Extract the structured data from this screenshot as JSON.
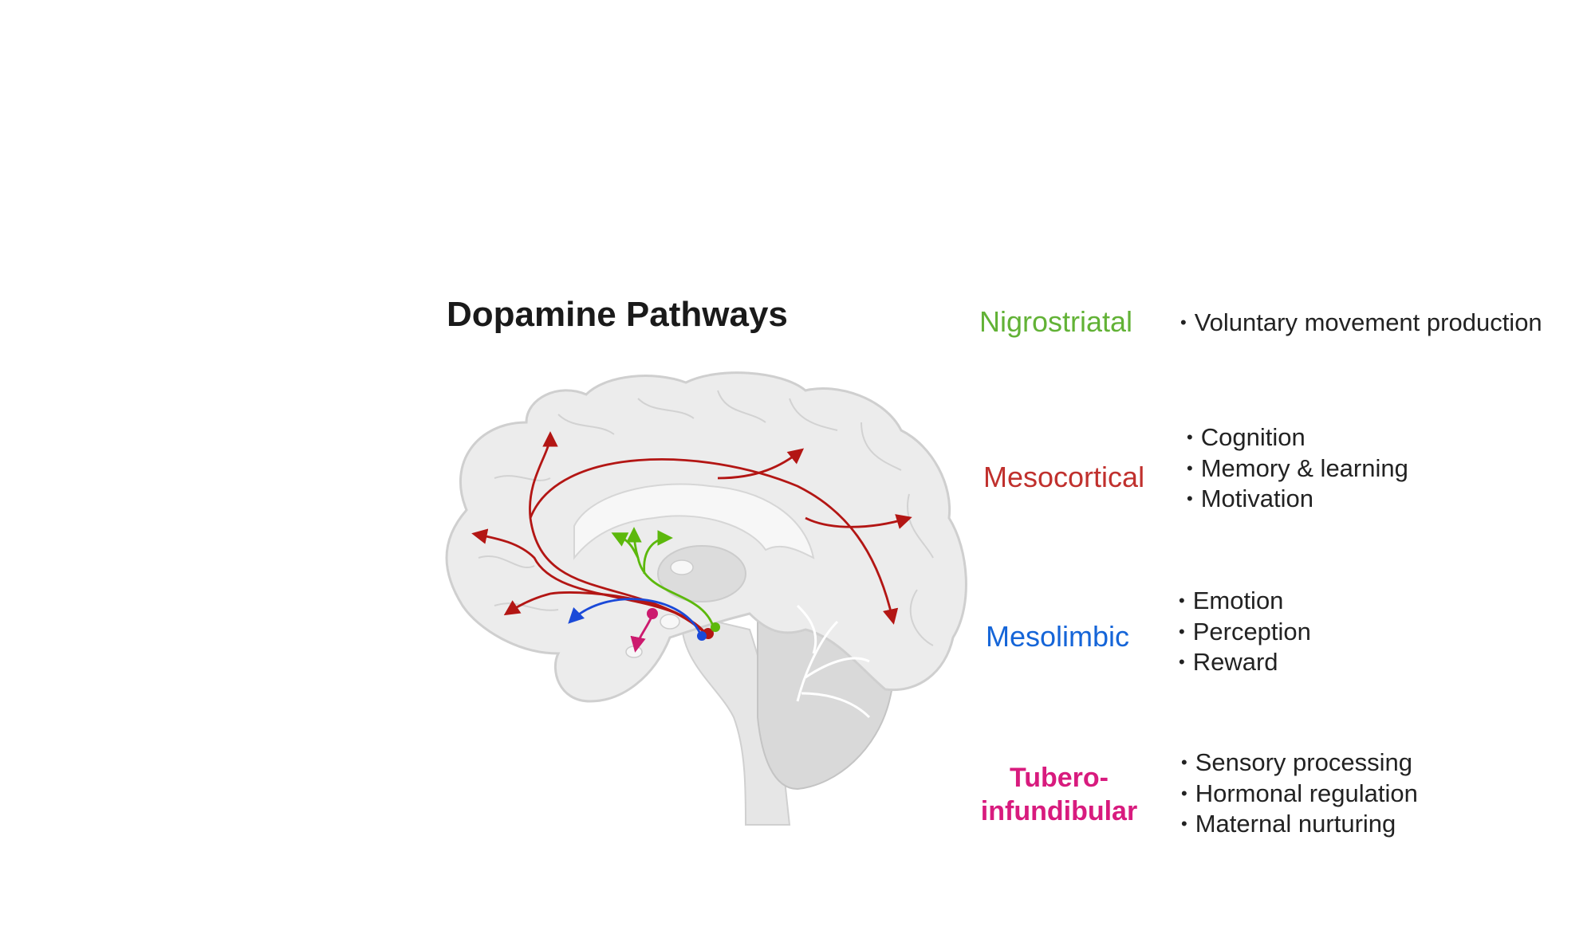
{
  "title": "Dopamine Pathways",
  "colors": {
    "nigrostriatal": "#62b236",
    "mesocortical": "#c0302d",
    "mesolimbic": "#1565d8",
    "tuberoinfundibular": "#d81b7e",
    "arrow_red": "#b31614",
    "arrow_green": "#5cb80c",
    "arrow_blue": "#1a49d8",
    "arrow_magenta": "#cc1a6e"
  },
  "pathways": [
    {
      "name": "Nigrostriatal",
      "functions": [
        "Voluntary movement production"
      ]
    },
    {
      "name": "Mesocortical",
      "functions": [
        "Cognition",
        "Memory & learning",
        "Motivation"
      ]
    },
    {
      "name": "Mesolimbic",
      "functions": [
        "Emotion",
        "Perception",
        "Reward"
      ]
    },
    {
      "name_line1": "Tubero-",
      "name_line2": "infundibular",
      "functions": [
        "Sensory processing",
        "Hormonal regulation",
        "Maternal nurturing"
      ]
    }
  ]
}
